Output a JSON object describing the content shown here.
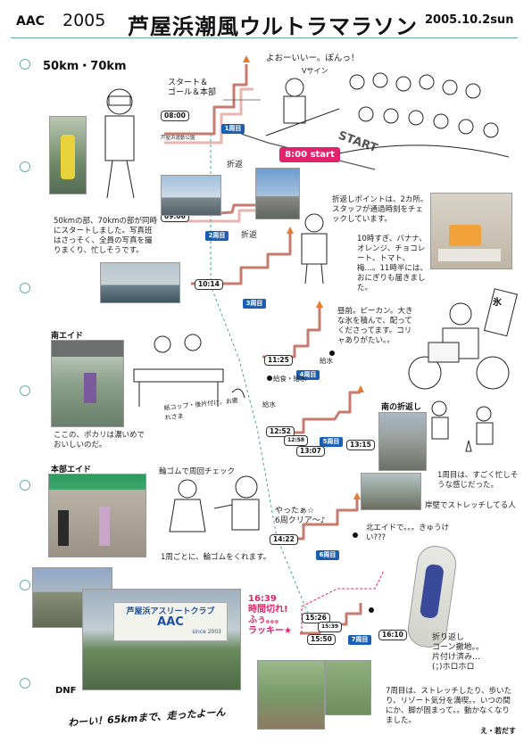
{
  "header": {
    "club": "AAC",
    "year": "2005",
    "title": "芦屋浜潮風ウルトラマラソン",
    "date": "2005.10.2sun",
    "subtitle": "50km・70km"
  },
  "colors": {
    "accent": "#1a5fb4",
    "route": "#c77a6e",
    "start_badge": "#e0236b",
    "hole": "#6ab0a6"
  },
  "course": {
    "start_goal_label": "スタート＆\nゴール＆本部",
    "start_time_label": "8:00 start",
    "park_label": "芦屋浜運動公園",
    "turn_label_1": "折返",
    "turn_label_2": "折返",
    "aid_label_1": "給食・給水",
    "aid_label_2": "給水",
    "aid_label_3": "給水",
    "laps": [
      "1周目",
      "2周目",
      "3周目",
      "4周目",
      "5周目",
      "6周目",
      "7周目"
    ],
    "times": [
      "08:00",
      "09:06",
      "10:14",
      "11:25",
      "12:52",
      "12:58",
      "13:07",
      "13:15",
      "14:22",
      "15:26",
      "15:39",
      "15:50",
      "16:10"
    ]
  },
  "texts": {
    "start_shout": "よおーいいー。ぽんっ！",
    "vsign": "Vサイン",
    "start_ground": "START",
    "runners_note": "50kmの部、70kmの部が同時にスタートしました。写真班はさっそく、全員の写真を撮りまくり、忙しそうです。",
    "turn_points": "折返しポイントは、2カ所。スタッフが通過時刻をチェックしています。",
    "aid_food": "10時すぎ、バナナ、オレンジ、チョコレート、トマト、梅…。11時半には、おにぎりも届きました。",
    "ice": "昼前。ピーカン。大きな氷を積んで、配ってくださってます。コリャありがたい。。",
    "ice_sign": "氷",
    "south_aid": "南エイド",
    "south_aid_note": "ここの、ポカリは濃いめでおいしいのだ。",
    "cup_note": "紙コップ・後片付け。お疲れさま",
    "south_turn": "南の折返し",
    "south_turn_note": "1周目は、すごく忙しそうな感じだった。",
    "stretch_note": "岸壁でストレッチしてる人",
    "hq_aid": "本部エイド",
    "rubber_band": "輪ゴムで周回チェック",
    "rubber_note": "1周ごとに、輪ゴムをくれます。",
    "cleared": "やったぁ☆\n6周クリア〜♪",
    "north_aid": "北エイドで。。。きゅうけい???",
    "timeout": "16:39\n時間切れ!\nふぅ。。。\nラッキー★",
    "banner_text": "芦屋浜アスリートクラブ",
    "banner_aac": "AAC",
    "banner_since": "since 2003",
    "dnf": "DNF",
    "finish_call": "わーい！65kmまで、走ったよーん",
    "cone_note": "折り返し\nコーン撤地。。\n片付け済み…\n(；)ホロホロ",
    "lap7_note": "7周目は、ストレッチしたり、歩いたり、リゾート気分を満喫。。いつの間にか、脚が固まって。。動かなくなりました。",
    "signature": "え・若だす"
  }
}
